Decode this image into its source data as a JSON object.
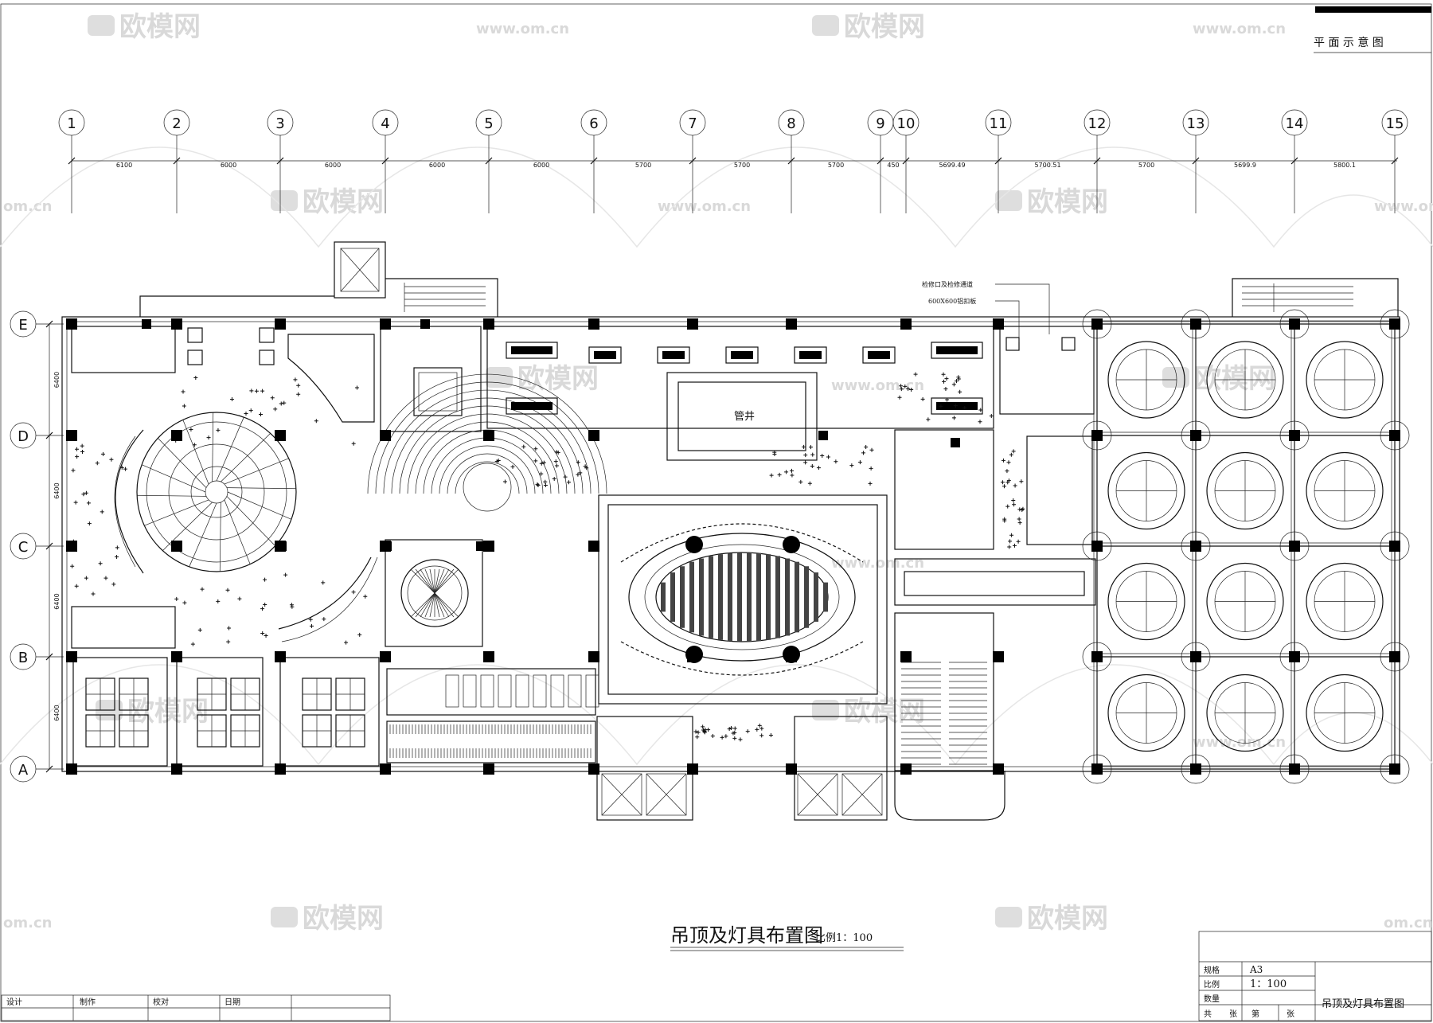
{
  "header": {
    "sheet_label": "平 面 示 意 图"
  },
  "watermark": {
    "brand": "欧模网",
    "url": "www.om.cn",
    "short": "om.cn"
  },
  "grid": {
    "columns": [
      "1",
      "2",
      "3",
      "4",
      "5",
      "6",
      "7",
      "8",
      "9",
      "10",
      "11",
      "12",
      "13",
      "14",
      "15"
    ],
    "rows": [
      "E",
      "D",
      "C",
      "B",
      "A"
    ],
    "column_spacings": [
      "6100",
      "6000",
      "6000",
      "6000",
      "6000",
      "5700",
      "5700",
      "5700",
      "450",
      "5699.49",
      "5700.51",
      "5700",
      "5699.9",
      "5800.1"
    ],
    "row_spacings": [
      "6400",
      "6400",
      "6400",
      "6400"
    ]
  },
  "annotations": {
    "note_1": "检修口及检修通道",
    "note_2": "600X600铝扣板",
    "shaft": "管井"
  },
  "drawing_title": {
    "main": "吊顶及灯具布置图",
    "scale": "比例1：100"
  },
  "title_block": {
    "spec_label": "规格",
    "spec_value": "A3",
    "scale_label": "比例",
    "scale_value": "1：100",
    "qty_label": "数量",
    "total_label": "共",
    "sheet_label": "张",
    "page_label": "第",
    "page_unit": "张",
    "drawing_name": "吊顶及灯具布置图"
  },
  "signature_row": {
    "design": "设计",
    "draw": "制作",
    "check": "校对",
    "date": "日期"
  }
}
